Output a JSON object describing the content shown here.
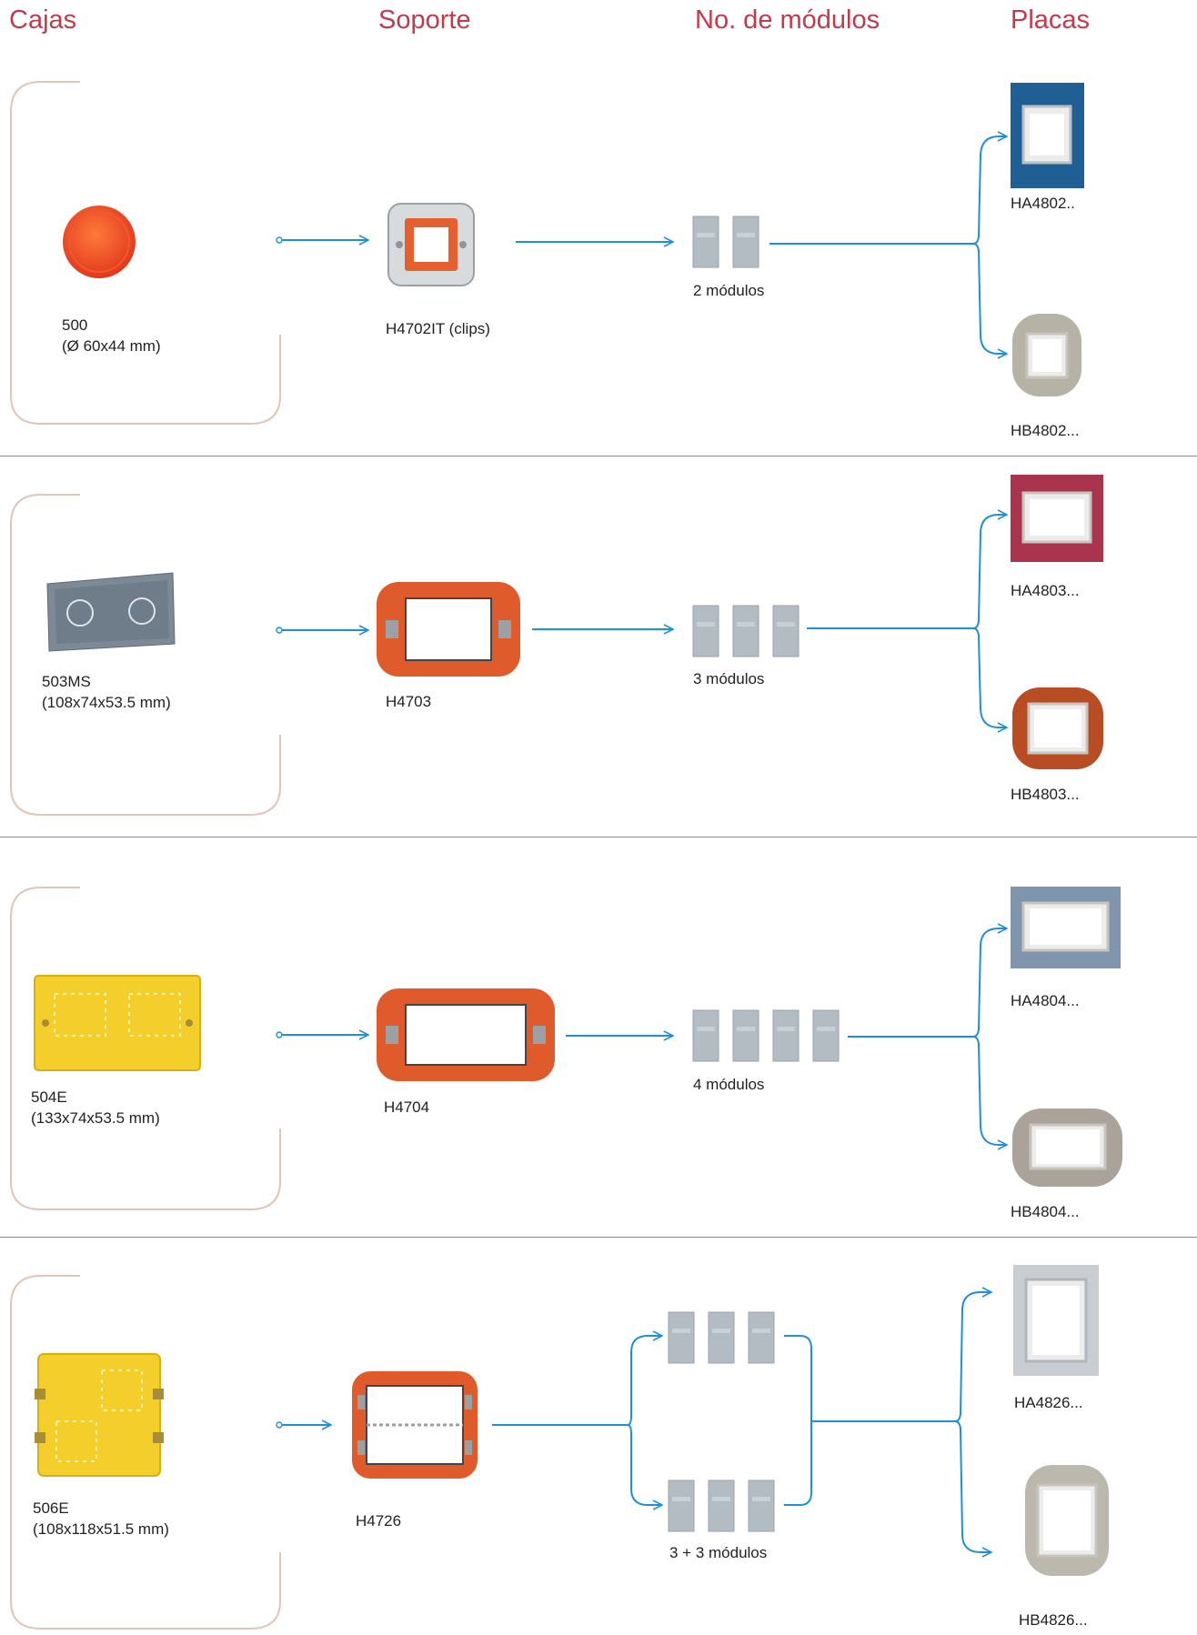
{
  "headers": {
    "cajas": "Cajas",
    "soporte": "Soporte",
    "modulos": "No. de módulos",
    "placas": "Placas"
  },
  "colors": {
    "header": "#c23b4c",
    "arrow": "#1f8fd8",
    "bracket": "#e2c4b8",
    "separator": "#8a8a8a"
  },
  "rows": [
    {
      "box_code": "500",
      "box_dims": "(Ø 60x44 mm)",
      "box_icon": "round-orange-box-icon",
      "support_label": "H4702IT (clips)",
      "modules_label": "2 módulos",
      "modules_count": 2,
      "plate_a_label": "HA4802..",
      "plate_a_color": "#1f5f93",
      "plate_b_label": "HB4802...",
      "plate_b_color": "#b7b2a6"
    },
    {
      "box_code": "503MS",
      "box_dims": "(108x74x53.5 mm)",
      "box_icon": "metal-rectangular-box-icon",
      "support_label": "H4703",
      "modules_label": "3 módulos",
      "modules_count": 3,
      "plate_a_label": "HA4803...",
      "plate_a_color": "#a8344d",
      "plate_b_label": "HB4803...",
      "plate_b_color": "#b84d24"
    },
    {
      "box_code": "504E",
      "box_dims": "(133x74x53.5 mm)",
      "box_icon": "yellow-rectangular-box-icon",
      "support_label": "H4704",
      "modules_label": "4 módulos",
      "modules_count": 4,
      "plate_a_label": "HA4804...",
      "plate_a_color": "#7f95ad",
      "plate_b_label": "HB4804...",
      "plate_b_color": "#a9a39a"
    },
    {
      "box_code": "506E",
      "box_dims": "(108x118x51.5 mm)",
      "box_icon": "yellow-square-box-icon",
      "support_label": "H4726",
      "modules_label": "3 + 3 módulos",
      "modules_count": 6,
      "plate_a_label": "HA4826...",
      "plate_a_color": "#c9cdd1",
      "plate_b_label": "HB4826...",
      "plate_b_color": "#bdb8ae"
    }
  ]
}
